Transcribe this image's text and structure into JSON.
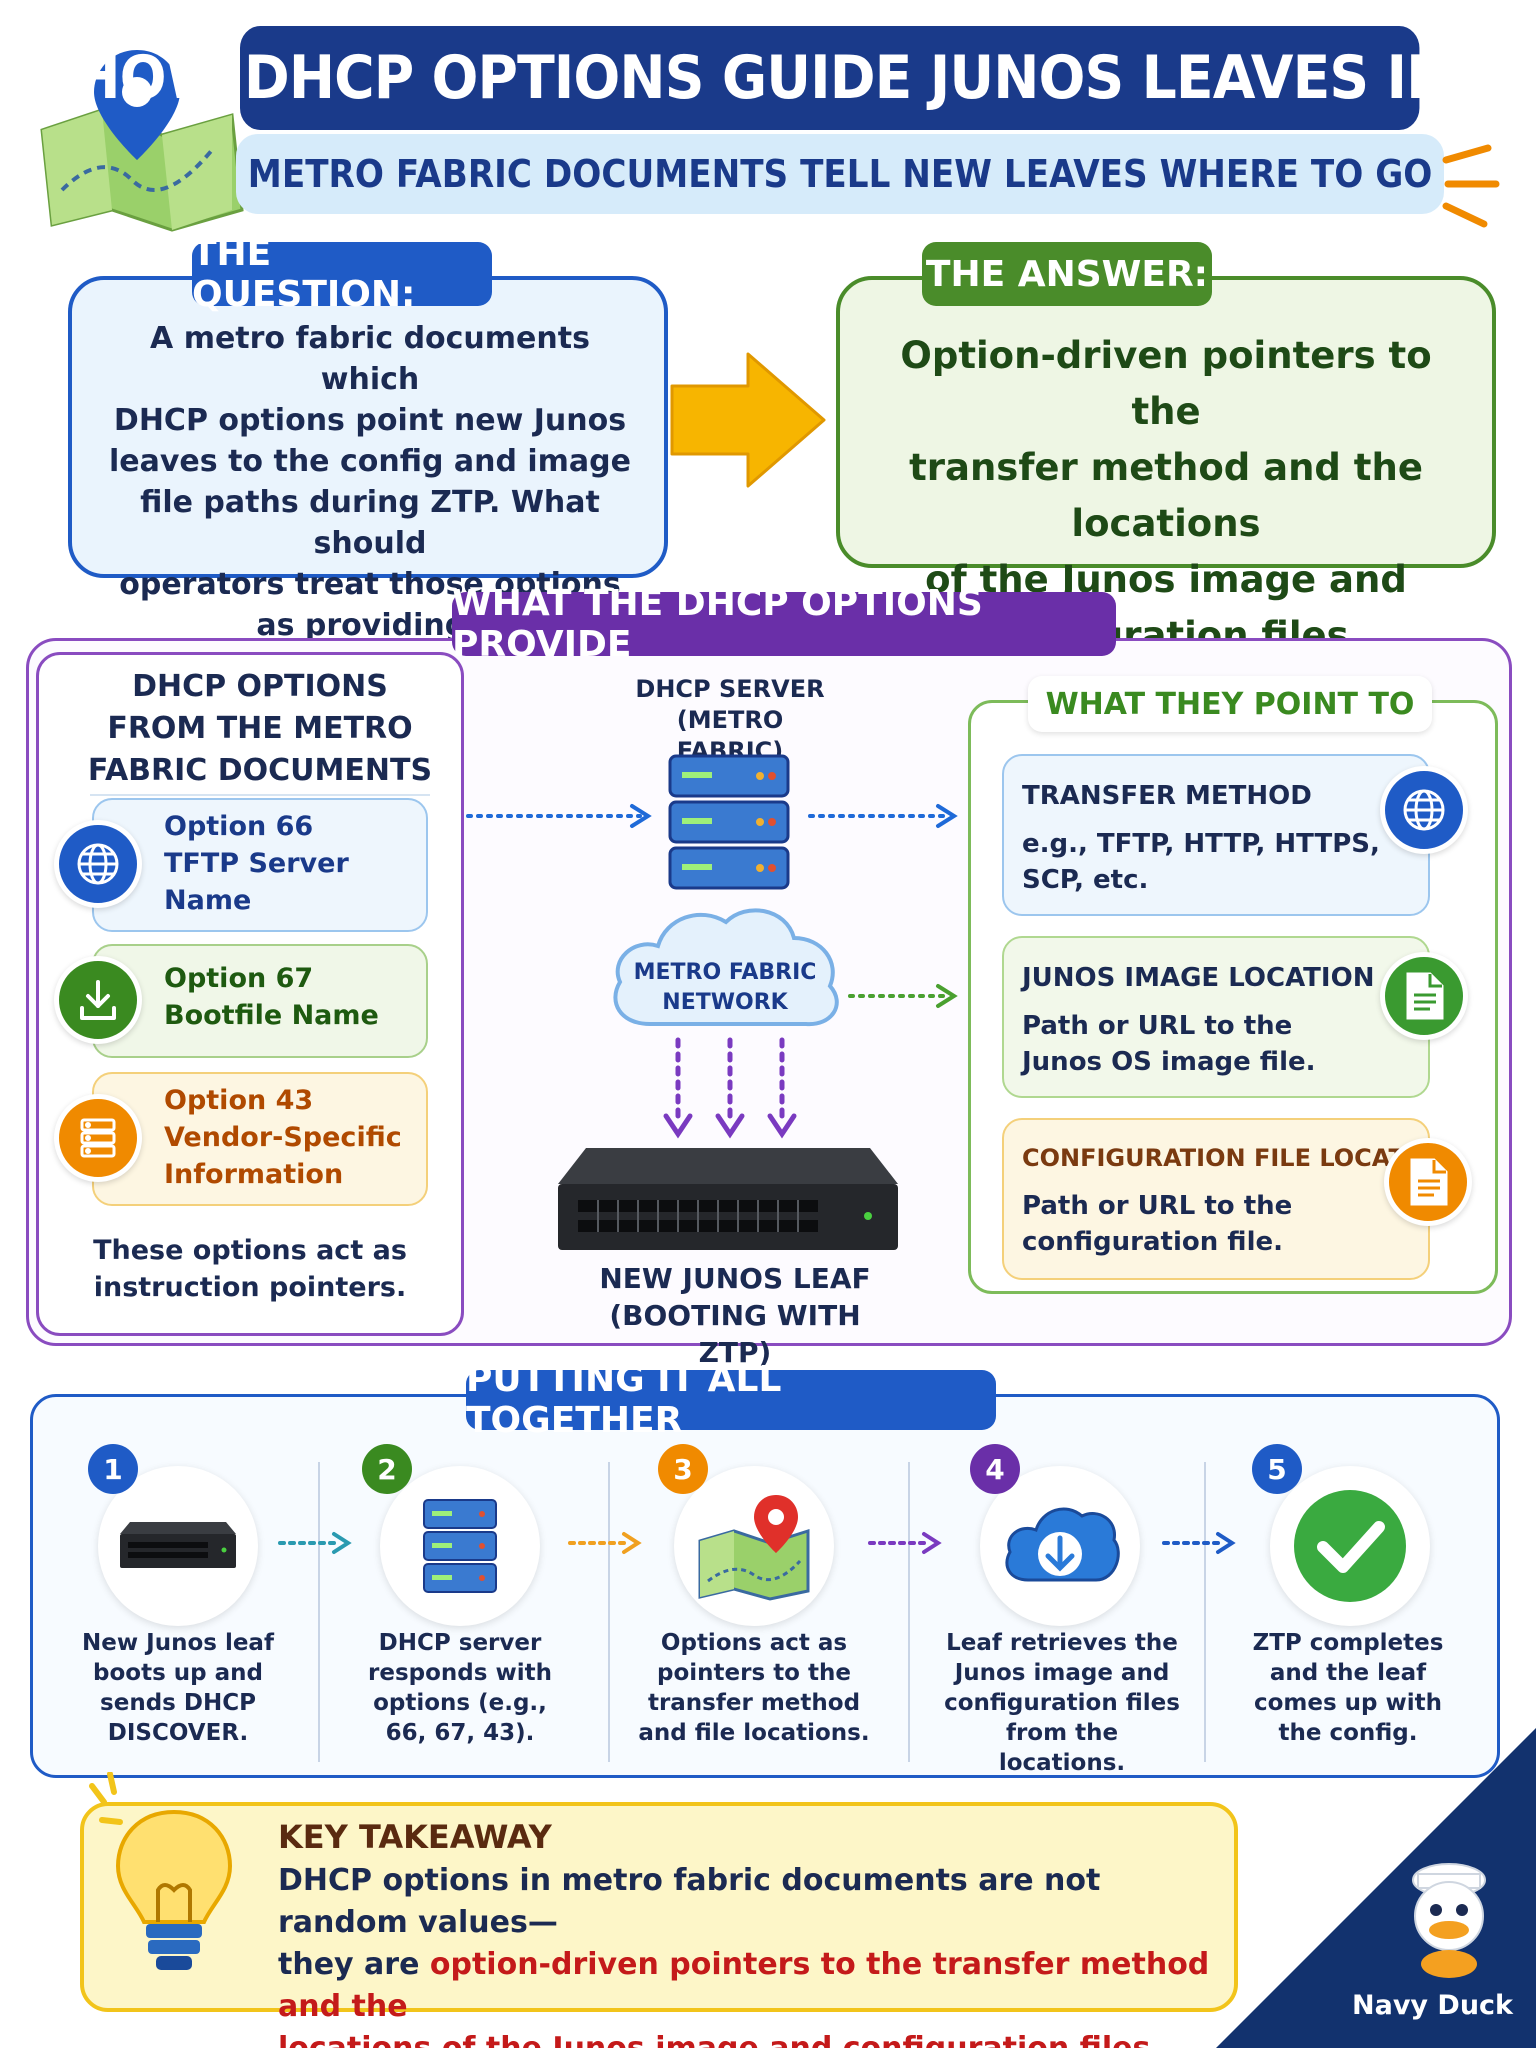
{
  "header": {
    "title": "HOW DHCP OPTIONS GUIDE JUNOS LEAVES IN ZTP",
    "subtitle": "METRO FABRIC DOCUMENTS TELL NEW LEAVES WHERE TO GO"
  },
  "question": {
    "label": "THE QUESTION:",
    "lines": [
      "A metro fabric documents which",
      "DHCP options point new Junos",
      "leaves to the config and image",
      "file paths during ZTP. What should",
      "operators treat those options",
      "as providing?"
    ]
  },
  "answer": {
    "label": "THE ANSWER:",
    "lines": [
      "Option-driven pointers to the",
      "transfer method and the locations",
      "of the Junos image and",
      "configuration files."
    ]
  },
  "provide": {
    "label": "WHAT THE DHCP OPTIONS PROVIDE",
    "options_heading": [
      "DHCP OPTIONS",
      "FROM THE METRO",
      "FABRIC DOCUMENTS"
    ],
    "options": [
      {
        "lines": [
          "Option 66",
          "TFTP Server",
          "Name"
        ],
        "color": "#1f5bc6",
        "icon": "globe-icon"
      },
      {
        "lines": [
          "Option 67",
          "Bootfile Name"
        ],
        "color": "#3a8a20",
        "icon": "download-icon"
      },
      {
        "lines": [
          "Option 43",
          "Vendor-Specific",
          "Information"
        ],
        "color": "#e06a00",
        "icon": "server-list-icon"
      }
    ],
    "options_note": [
      "These options act as",
      "instruction pointers."
    ],
    "server_label": [
      "DHCP SERVER",
      "(METRO FABRIC)"
    ],
    "cloud_label": [
      "METRO FABRIC",
      "NETWORK"
    ],
    "leaf_label": [
      "NEW JUNOS LEAF",
      "(BOOTING WITH ZTP)"
    ],
    "point_heading": "WHAT THEY POINT TO",
    "points": [
      {
        "title": "TRANSFER METHOD",
        "desc": [
          "e.g., TFTP, HTTP, HTTPS,",
          "SCP, etc."
        ],
        "color": "#1b2a52",
        "icon": "globe-icon",
        "icon_color": "#1f5bc6"
      },
      {
        "title": "JUNOS IMAGE LOCATION",
        "desc": [
          "Path or URL to the",
          "Junos OS image file."
        ],
        "color": "#1b2a52",
        "icon": "document-icon",
        "icon_color": "#3a9a30"
      },
      {
        "title": "CONFIGURATION FILE LOCATION",
        "desc": [
          "Path or URL to the",
          "configuration file."
        ],
        "color": "#7a3a10",
        "icon": "document-icon",
        "icon_color": "#f08a00"
      }
    ]
  },
  "together": {
    "label": "PUTTING IT ALL TOGETHER",
    "steps": [
      {
        "num": "1",
        "lines": [
          "New Junos leaf",
          "boots up and",
          "sends DHCP",
          "DISCOVER."
        ],
        "color": "#1f5bc6",
        "icon": "switch-icon"
      },
      {
        "num": "2",
        "lines": [
          "DHCP server",
          "responds with",
          "options (e.g.,",
          "66, 67, 43)."
        ],
        "color": "#3a8a20",
        "icon": "server-icon"
      },
      {
        "num": "3",
        "lines": [
          "Options act as",
          "pointers to the",
          "transfer method",
          "and file locations."
        ],
        "color": "#f08a00",
        "icon": "map-pin-icon"
      },
      {
        "num": "4",
        "lines": [
          "Leaf retrieves the",
          "Junos image and",
          "configuration files",
          "from the locations."
        ],
        "color": "#6a2fa8",
        "icon": "cloud-download-icon"
      },
      {
        "num": "5",
        "lines": [
          "ZTP completes",
          "and the leaf",
          "comes up with",
          "the config."
        ],
        "color": "#1f5bc6",
        "icon": "check-icon"
      }
    ]
  },
  "takeaway": {
    "title": "KEY TAKEAWAY",
    "line1": "DHCP options in metro fabric documents are not random values—",
    "line2_plain": "they are ",
    "line2_red": "option-driven pointers to the transfer method and the",
    "line3_red": "locations of the Junos image and configuration files."
  },
  "brand": "Navy Duck"
}
